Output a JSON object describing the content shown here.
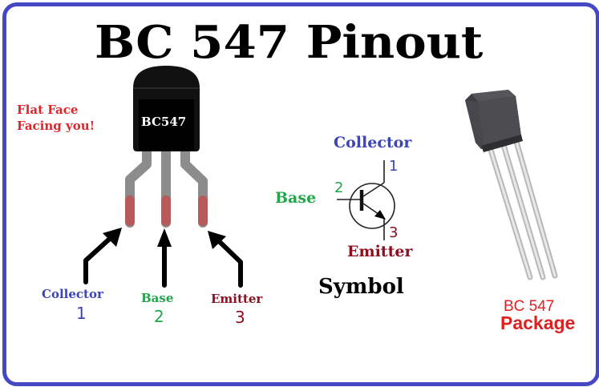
{
  "title": "BC 547 Pinout",
  "colors": {
    "border": "#4448c4",
    "collector": "#3c45b8",
    "base": "#22a64a",
    "emitter": "#8b1020",
    "note": "#e0252a",
    "package_label": "#e02020",
    "lead_gray": "#8c8c8c",
    "lead_tip": "#b85a5a"
  },
  "front_view": {
    "note_line1": "Flat Face",
    "note_line2": "Facing you!",
    "body_marking": "BC547",
    "pins": [
      {
        "name": "Collector",
        "number": "1"
      },
      {
        "name": "Base",
        "number": "2"
      },
      {
        "name": "Emitter",
        "number": "3"
      }
    ]
  },
  "symbol": {
    "collector_label": "Collector",
    "collector_number": "1",
    "base_label": "Base",
    "base_number": "2",
    "emitter_label": "Emitter",
    "emitter_number": "3",
    "caption": "Symbol"
  },
  "package": {
    "line1": "BC 547",
    "line2": "Package"
  }
}
